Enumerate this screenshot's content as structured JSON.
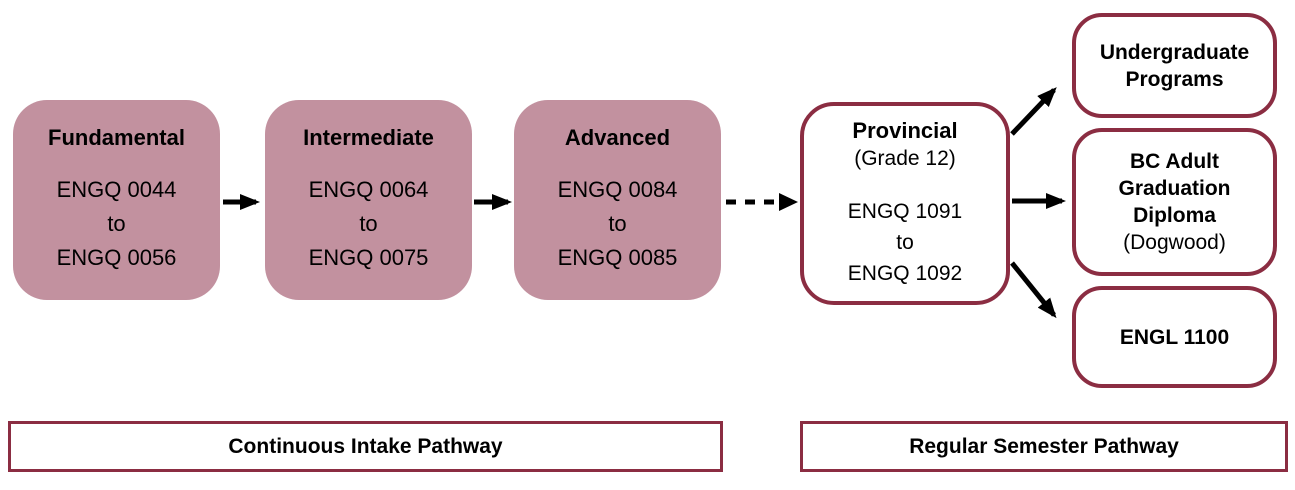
{
  "colors": {
    "stage_fill": "#c2919f",
    "outline": "#8b2d42",
    "arrow": "#000000",
    "text": "#000000",
    "background": "#ffffff"
  },
  "stages": [
    {
      "title": "Fundamental",
      "course_from": "ENGQ 0044",
      "connector": "to",
      "course_to": "ENGQ 0056"
    },
    {
      "title": "Intermediate",
      "course_from": "ENGQ 0064",
      "connector": "to",
      "course_to": "ENGQ 0075"
    },
    {
      "title": "Advanced",
      "course_from": "ENGQ 0084",
      "connector": "to",
      "course_to": "ENGQ 0085"
    }
  ],
  "provincial": {
    "title": "Provincial",
    "subtitle": "(Grade 12)",
    "course_from": "ENGQ 1091",
    "connector": "to",
    "course_to": "ENGQ 1092"
  },
  "outcomes": [
    {
      "title": "Undergraduate Programs"
    },
    {
      "title": "BC Adult Graduation Diploma",
      "subtitle": "(Dogwood)"
    },
    {
      "title": "ENGL 1100"
    }
  ],
  "pathway_labels": [
    {
      "label": "Continuous Intake Pathway"
    },
    {
      "label": "Regular Semester Pathway"
    }
  ]
}
